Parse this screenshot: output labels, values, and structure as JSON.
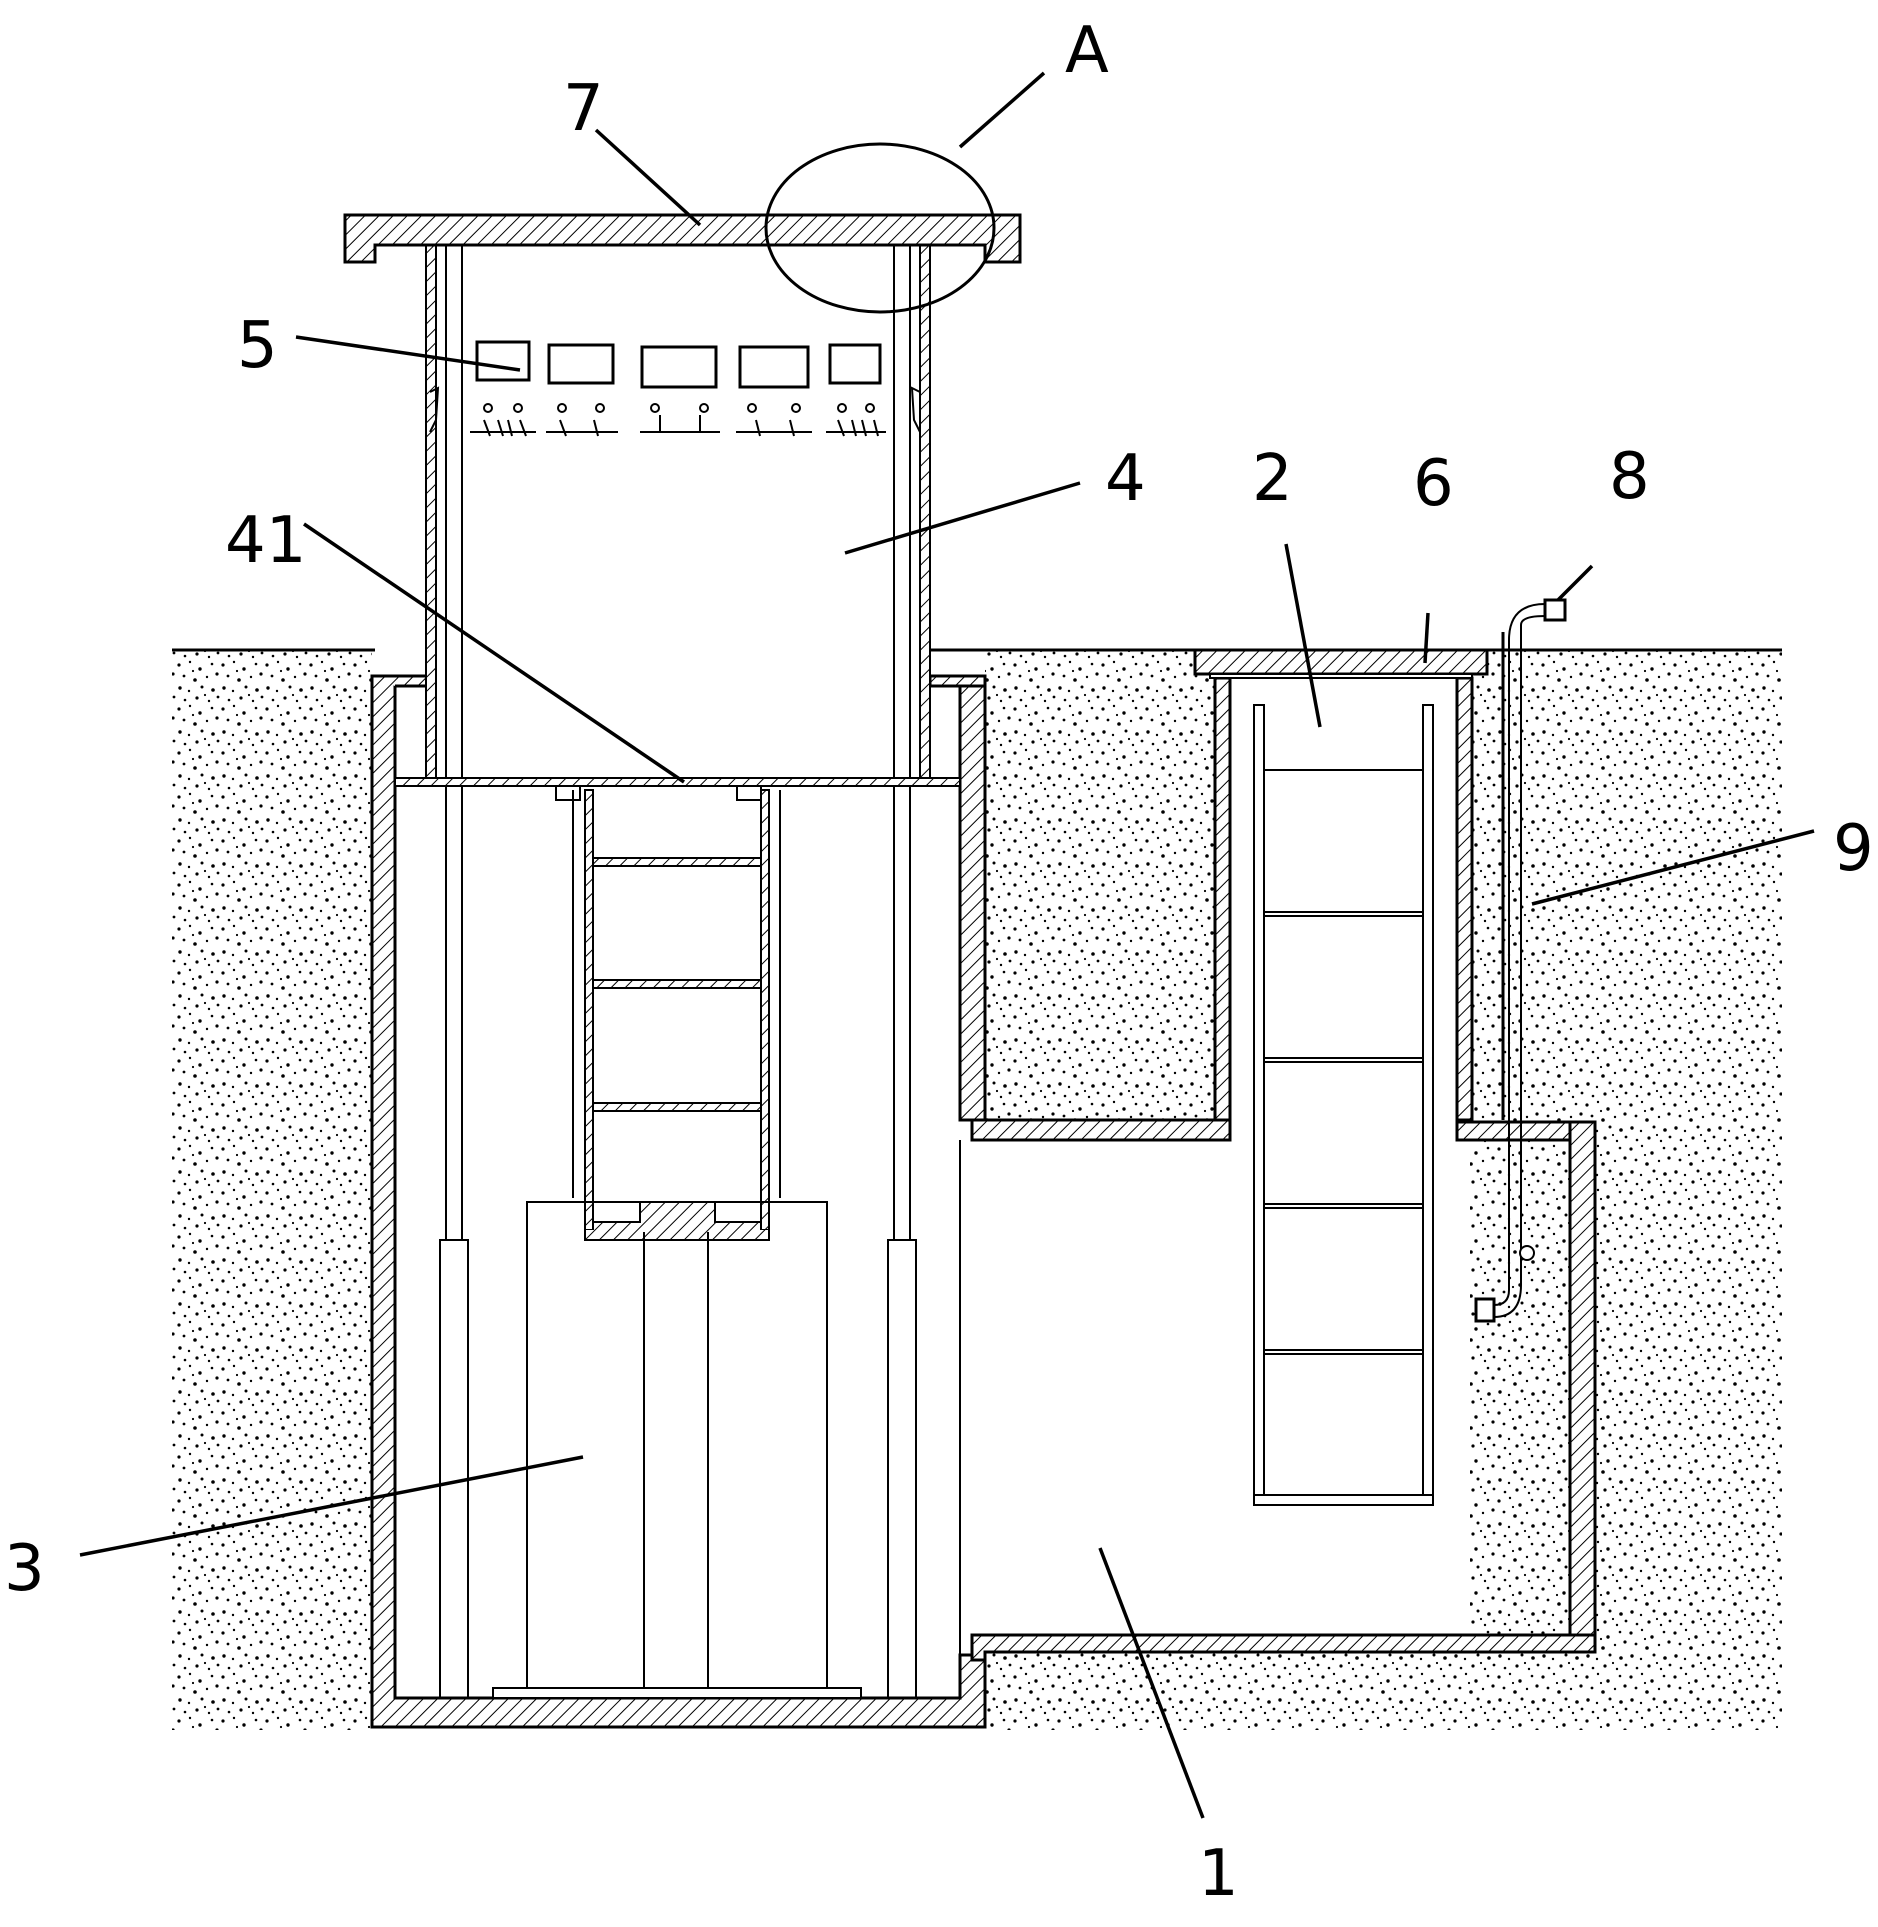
{
  "labels": {
    "ground_pit": "1",
    "access_shaft": "2",
    "lifting_cylinder": "3",
    "lifting_cabinet": "4",
    "socket_row": "5",
    "shaft_cover": "6",
    "top_cover": "7",
    "pipe_outlet": "8",
    "vent_pipe": "9",
    "cabinet_floor": "41",
    "detail_mark": "A"
  }
}
